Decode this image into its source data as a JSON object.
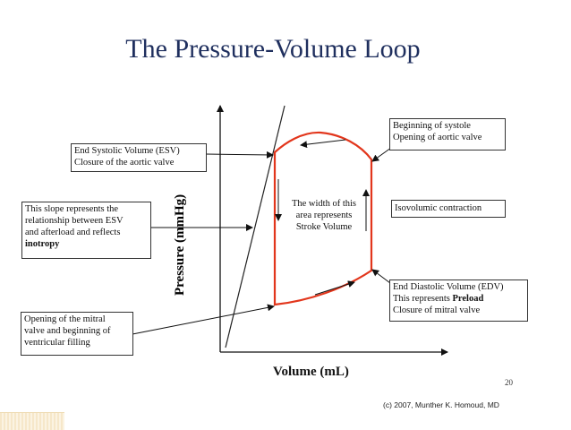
{
  "title": "The Pressure-Volume Loop",
  "axes": {
    "x_label": "Volume (mL)",
    "y_label": "Pressure (mmHg)"
  },
  "labels": {
    "esv_line1": "End Systolic Volume (ESV)",
    "esv_line2": "Closure of the aortic valve",
    "slope_line1": "This slope represents the",
    "slope_line2": "relationship between ESV",
    "slope_line3": "and afterload and reflects",
    "slope_line4": "inotropy",
    "mitral_line1": "Opening of the mitral",
    "mitral_line2": "valve and beginning of",
    "mitral_line3": "ventricular filling",
    "systole_line1": "Beginning of systole",
    "systole_line2": "Opening of aortic valve",
    "isovolumic": "Isovolumic contraction",
    "edv_line1": "End Diastolic Volume (EDV)",
    "edv_line2_prefix": "This represents ",
    "edv_line2_bold": "Preload",
    "edv_line3": "Closure of mitral valve",
    "width_line1": "The width of this",
    "width_line2": "area represents",
    "width_line3": "Stroke Volume"
  },
  "page_number": "20",
  "copyright": "(c) 2007, Munther K. Homoud, MD",
  "colors": {
    "title": "#1f2f5e",
    "loop": "#e2361c",
    "ink": "#111111"
  }
}
